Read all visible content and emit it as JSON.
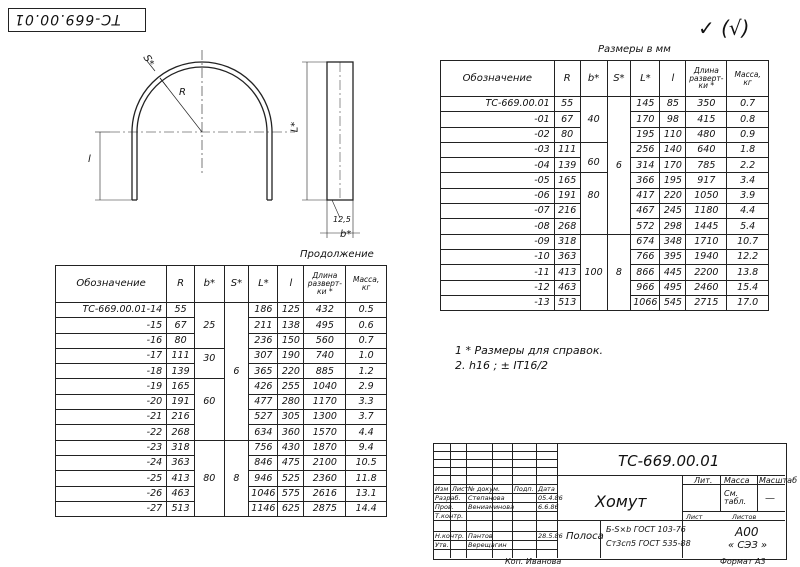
{
  "stamp_top": "TC-669.00.01",
  "sizes_note": "Размеры в мм",
  "checkmark": "✓ (√)",
  "drawing": {
    "label_s": "S*",
    "label_r": "R",
    "label_l_big": "L*",
    "label_l_small": "l",
    "label_b": "b*",
    "label_12_5": "12,5"
  },
  "continuation_label": "Продолжение",
  "table_right": {
    "headers": [
      "Обозначение",
      "R",
      "b*",
      "S*",
      "L*",
      "l",
      "Длина разверт-ки *",
      "Масса, кг"
    ],
    "rows": [
      [
        "ТС-669.00.01",
        "55",
        "145",
        "85",
        "350",
        "0.7"
      ],
      [
        "-01",
        "67",
        "170",
        "98",
        "415",
        "0.8"
      ],
      [
        "-02",
        "80",
        "195",
        "110",
        "480",
        "0.9"
      ],
      [
        "-03",
        "111",
        "256",
        "140",
        "640",
        "1.8"
      ],
      [
        "-04",
        "139",
        "314",
        "170",
        "785",
        "2.2"
      ],
      [
        "-05",
        "165",
        "366",
        "195",
        "917",
        "3.4"
      ],
      [
        "-06",
        "191",
        "417",
        "220",
        "1050",
        "3.9"
      ],
      [
        "-07",
        "216",
        "467",
        "245",
        "1180",
        "4.4"
      ],
      [
        "-08",
        "268",
        "572",
        "298",
        "1445",
        "5.4"
      ],
      [
        "-09",
        "318",
        "674",
        "348",
        "1710",
        "10.7"
      ],
      [
        "-10",
        "363",
        "766",
        "395",
        "1940",
        "12.2"
      ],
      [
        "-11",
        "413",
        "866",
        "445",
        "2200",
        "13.8"
      ],
      [
        "-12",
        "463",
        "966",
        "495",
        "2460",
        "15.4"
      ],
      [
        "-13",
        "513",
        "1066",
        "545",
        "2715",
        "17.0"
      ]
    ],
    "b_groups": [
      "40",
      "60",
      "80",
      "100"
    ],
    "s_groups": [
      "6",
      "8"
    ]
  },
  "table_left": {
    "headers": [
      "Обозначение",
      "R",
      "b*",
      "S*",
      "L*",
      "l",
      "Длина разверт-ки *",
      "Масса, кг"
    ],
    "rows": [
      [
        "ТС-669.00.01-14",
        "55",
        "186",
        "125",
        "432",
        "0.5"
      ],
      [
        "-15",
        "67",
        "211",
        "138",
        "495",
        "0.6"
      ],
      [
        "-16",
        "80",
        "236",
        "150",
        "560",
        "0.7"
      ],
      [
        "-17",
        "111",
        "307",
        "190",
        "740",
        "1.0"
      ],
      [
        "-18",
        "139",
        "365",
        "220",
        "885",
        "1.2"
      ],
      [
        "-19",
        "165",
        "426",
        "255",
        "1040",
        "2.9"
      ],
      [
        "-20",
        "191",
        "477",
        "280",
        "1170",
        "3.3"
      ],
      [
        "-21",
        "216",
        "527",
        "305",
        "1300",
        "3.7"
      ],
      [
        "-22",
        "268",
        "634",
        "360",
        "1570",
        "4.4"
      ],
      [
        "-23",
        "318",
        "756",
        "430",
        "1870",
        "9.4"
      ],
      [
        "-24",
        "363",
        "846",
        "475",
        "2100",
        "10.5"
      ],
      [
        "-25",
        "413",
        "946",
        "525",
        "2360",
        "11.8"
      ],
      [
        "-26",
        "463",
        "1046",
        "575",
        "2616",
        "13.1"
      ],
      [
        "-27",
        "513",
        "1146",
        "625",
        "2875",
        "14.4"
      ]
    ],
    "b_groups": [
      "25",
      "30",
      "60",
      "80"
    ],
    "s_groups": [
      "6",
      "8"
    ]
  },
  "notes": [
    "1 * Размеры для справок.",
    "2. h16 ; ± IT16/2"
  ],
  "title_block": {
    "code": "ТС-669.00.01",
    "name": "Хомут",
    "col_heads": [
      "Изм",
      "Лист",
      "№ докум.",
      "Подп.",
      "Дата"
    ],
    "roles": [
      "Разраб.",
      "Пров.",
      "Т.контр.",
      "Н.контр.",
      "Утв."
    ],
    "names": [
      "Степанова",
      "Вениаминова",
      "Пантов",
      "Верещагин"
    ],
    "dates": [
      "05.4.86",
      "6.6.86",
      "28.5.86"
    ],
    "right_heads": [
      "Лит.",
      "Масса",
      "Масштаб"
    ],
    "mass": "См. табл.",
    "scale": "—",
    "sheet": "Лист",
    "sheets": "Листов",
    "material_label": "Полоса",
    "material_line1": "Б-S×b ГОСТ 103-76",
    "material_line2": "Ст3сп5 ГОСТ 535-88",
    "org1": "А00",
    "org2": "« СЭЗ »",
    "copied": "Коп. Иванова",
    "format": "Формат А3"
  }
}
